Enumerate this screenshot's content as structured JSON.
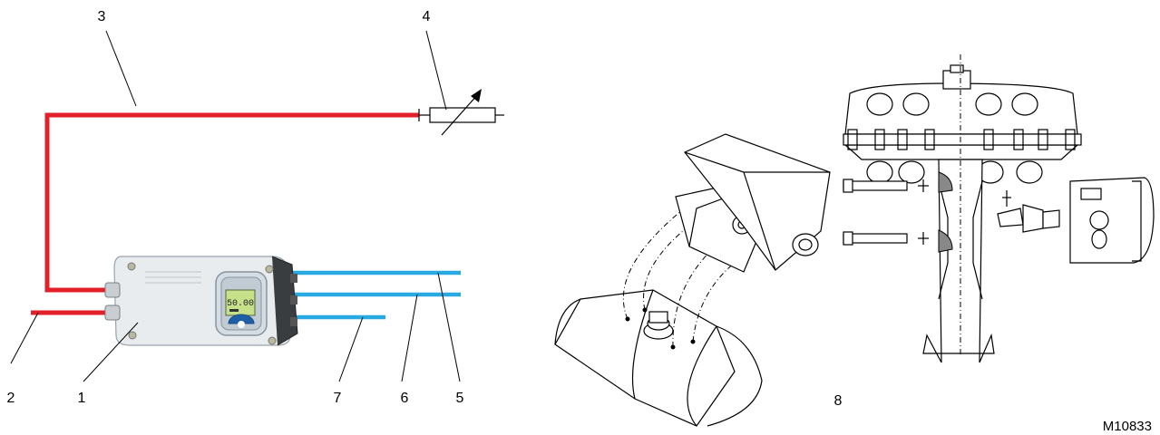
{
  "callouts": [
    "1",
    "2",
    "3",
    "4",
    "5",
    "6",
    "7",
    "8"
  ],
  "figure_code": "M10833",
  "display": {
    "value": "50.00"
  },
  "colors": {
    "electrical_line": "#e3202a",
    "pneumatic_line": "#29a9e1",
    "housing": "#e9ecef",
    "display_bg": "#c7e08a",
    "line_art": "#000000"
  },
  "icons": [
    "variable-resistor-icon",
    "cable-gland-icon",
    "lcd-display-icon"
  ]
}
